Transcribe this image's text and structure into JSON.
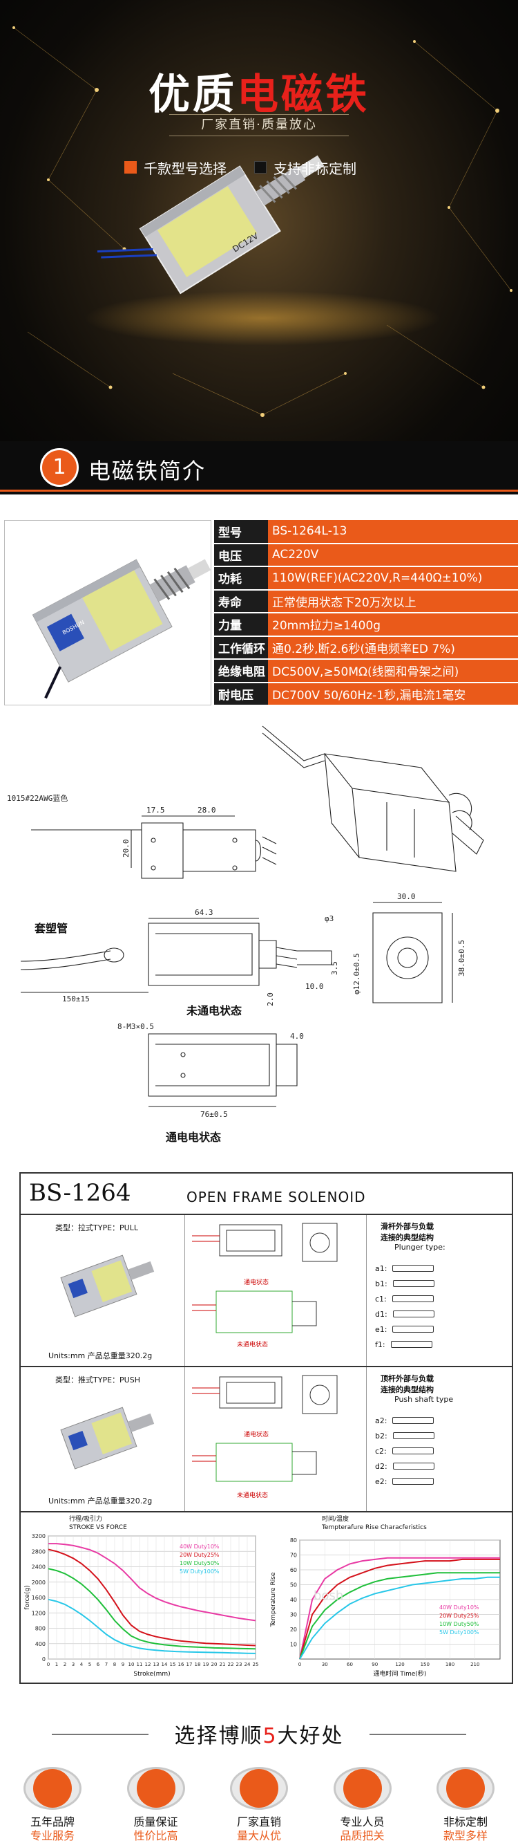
{
  "hero": {
    "title_white": "优质",
    "title_red": "电磁铁",
    "subtitle": "厂家直销·质量放心",
    "tags": [
      {
        "label": "千款型号选择",
        "color": "#ea5a1a"
      },
      {
        "label": "支持非标定制",
        "color": "#111111"
      }
    ],
    "product_marking": "DC12V"
  },
  "section1": {
    "number": "1",
    "title": "电磁铁简介"
  },
  "specs": {
    "photo_logo": "BOSHUN",
    "rows": [
      {
        "key": "型号",
        "value": "BS-1264L-13"
      },
      {
        "key": "电压",
        "value": "AC220V"
      },
      {
        "key": "功耗",
        "value": "110W(REF)(AC220V,R=440Ω±10%)"
      },
      {
        "key": "寿命",
        "value": "正常使用状态下20万次以上"
      },
      {
        "key": "力量",
        "value": "20mm拉力≥1400g"
      },
      {
        "key": "工作循环",
        "value": "通0.2秒,断2.6秒(通电频率ED 7%)"
      },
      {
        "key": "绝缘电阻",
        "value": "DC500V,≥50MΩ(线圈和骨架之间)"
      },
      {
        "key": "耐电压",
        "value": "DC700V 50/60Hz-1秒,漏电流1毫安"
      }
    ]
  },
  "drawing": {
    "wire_note": "1015#22AWG蓝色",
    "tube_label": "套塑管",
    "state_off": "未通电状态",
    "state_on": "通电电状态",
    "dims": {
      "d17_5": "17.5",
      "d28": "28.0",
      "d20": "20.0",
      "d64_3": "64.3",
      "d30": "30.0",
      "d38": "38.0±0.5",
      "d150": "150±15",
      "d10": "10.0",
      "d3_5": "3.5",
      "d2": "2.0",
      "d12": "φ12.0±0.5",
      "d3": "φ3",
      "d_m3": "8-M3×0.5",
      "d4": "4.0",
      "d76": "76±0.5"
    }
  },
  "datasheet": {
    "model": "BS-1264",
    "heading": "OPEN FRAME SOLENOID",
    "pull": {
      "type_label": "类型：拉式TYPE：PULL",
      "units": "Units:mm  产品总重量320.2g",
      "note_on": "通电状态",
      "note_off": "未通电状态",
      "plunger_title_cn": "滑杆外部与负载",
      "plunger_title_cn2": "连接的典型结构",
      "plunger_title_en": "Plunger type:",
      "plunger_codes": [
        "a1:",
        "b1:",
        "c1:",
        "d1:",
        "e1:",
        "f1:"
      ]
    },
    "push": {
      "type_label": "类型：推式TYPE：PUSH",
      "units": "Units:mm  产品总重量320.2g",
      "note_on": "通电状态",
      "note_off": "未通电状态",
      "shaft_title_cn": "顶杆外部与负载",
      "shaft_title_cn2": "连接的典型结构",
      "shaft_title_en": "Push shaft type",
      "shaft_codes": [
        "a2:",
        "b2:",
        "c2:",
        "d2:",
        "e2:"
      ]
    },
    "stroke_chart": {
      "title_cn": "行程/吸引力",
      "title_en": "STROKE VS FORCE",
      "ylabel": "force(g)",
      "xlabel": "Stroke(mm)",
      "legend": [
        "5W Duty100%",
        "10W Duty50%",
        "20W Duty25%",
        "40W Duty10%"
      ]
    },
    "temp_chart": {
      "title_cn": "时间/温度",
      "title_en": "Tempterafure Rise Characferistics",
      "ylabel": "Temperature Rise",
      "xlabel": "通电时间  Time(秒)",
      "legend": [
        "5W Duty100%",
        "10W Duty50%",
        "20W Duty25%",
        "40W Duty10%"
      ],
      "watermark": "bosh"
    }
  },
  "chart_data": [
    {
      "type": "line",
      "title": "STROKE VS FORCE",
      "xlabel": "Stroke(mm)",
      "ylabel": "force(g)",
      "x": [
        0,
        1,
        2,
        3,
        4,
        5,
        6,
        7,
        8,
        9,
        10,
        11,
        12,
        13,
        14,
        15,
        16,
        17,
        18,
        19,
        20,
        21,
        22,
        23,
        24,
        25
      ],
      "xlim": [
        0,
        25
      ],
      "ylim": [
        0,
        3200
      ],
      "yticks": [
        0,
        400,
        800,
        1200,
        1600,
        2000,
        2400,
        2800,
        3200
      ],
      "series": [
        {
          "name": "40W Duty10%",
          "color": "#e83aa4",
          "values": [
            3000,
            3000,
            2980,
            2950,
            2900,
            2840,
            2750,
            2620,
            2480,
            2300,
            2080,
            1850,
            1700,
            1580,
            1490,
            1420,
            1360,
            1310,
            1260,
            1220,
            1180,
            1140,
            1100,
            1060,
            1030,
            1000
          ]
        },
        {
          "name": "20W Duty25%",
          "color": "#d4121b",
          "values": [
            2850,
            2800,
            2720,
            2620,
            2480,
            2300,
            2080,
            1800,
            1480,
            1140,
            880,
            720,
            640,
            580,
            540,
            500,
            470,
            450,
            430,
            410,
            400,
            390,
            380,
            370,
            360,
            350
          ]
        },
        {
          "name": "10W Duty50%",
          "color": "#1fbf3a",
          "values": [
            2350,
            2300,
            2220,
            2100,
            1950,
            1760,
            1540,
            1280,
            1000,
            780,
            600,
            500,
            440,
            400,
            370,
            350,
            330,
            320,
            310,
            300,
            290,
            285,
            280,
            275,
            270,
            265
          ]
        },
        {
          "name": "5W Duty100%",
          "color": "#27c7e8",
          "values": [
            1550,
            1500,
            1420,
            1300,
            1160,
            1000,
            820,
            640,
            500,
            400,
            330,
            280,
            250,
            230,
            210,
            200,
            190,
            185,
            180,
            175,
            170,
            165,
            160,
            155,
            150,
            145
          ]
        }
      ]
    },
    {
      "type": "line",
      "title": "Tempterafure Rise Characferistics",
      "xlabel": "Time(秒)",
      "ylabel": "Temperature Rise",
      "x": [
        0,
        15,
        30,
        45,
        60,
        75,
        90,
        105,
        120,
        135,
        150,
        165,
        180,
        195,
        210,
        225,
        240
      ],
      "xlim": [
        0,
        240
      ],
      "ylim": [
        0,
        80
      ],
      "xticks": [
        0,
        30,
        60,
        90,
        120,
        150,
        180,
        210
      ],
      "yticks": [
        10,
        20,
        30,
        40,
        50,
        60,
        70,
        80
      ],
      "series": [
        {
          "name": "40W Duty10%",
          "color": "#e83aa4",
          "values": [
            0,
            40,
            54,
            60,
            64,
            66,
            67,
            68,
            68,
            68,
            68,
            68,
            68,
            68,
            68,
            68,
            68
          ]
        },
        {
          "name": "20W Duty25%",
          "color": "#d4121b",
          "values": [
            0,
            30,
            42,
            50,
            55,
            58,
            61,
            63,
            64,
            65,
            66,
            66,
            66,
            67,
            67,
            67,
            67
          ]
        },
        {
          "name": "10W Duty50%",
          "color": "#1fbf3a",
          "values": [
            0,
            22,
            33,
            40,
            45,
            49,
            52,
            54,
            55,
            56,
            57,
            58,
            58,
            58,
            58,
            58,
            58
          ]
        },
        {
          "name": "5W Duty100%",
          "color": "#27c7e8",
          "values": [
            0,
            14,
            24,
            31,
            37,
            41,
            44,
            46,
            48,
            50,
            51,
            52,
            53,
            54,
            54,
            55,
            55
          ]
        }
      ]
    }
  ],
  "bottom": {
    "title_before": "选择博顺",
    "title_highlight": "5",
    "title_after": "大好处",
    "features": [
      {
        "line1": "五年品牌",
        "line2": "专业服务"
      },
      {
        "line1": "质量保证",
        "line2": "性价比高"
      },
      {
        "line1": "厂家直销",
        "line2": "量大从优"
      },
      {
        "line1": "专业人员",
        "line2": "品质把关"
      },
      {
        "line1": "非标定制",
        "line2": "款型多样"
      }
    ]
  }
}
